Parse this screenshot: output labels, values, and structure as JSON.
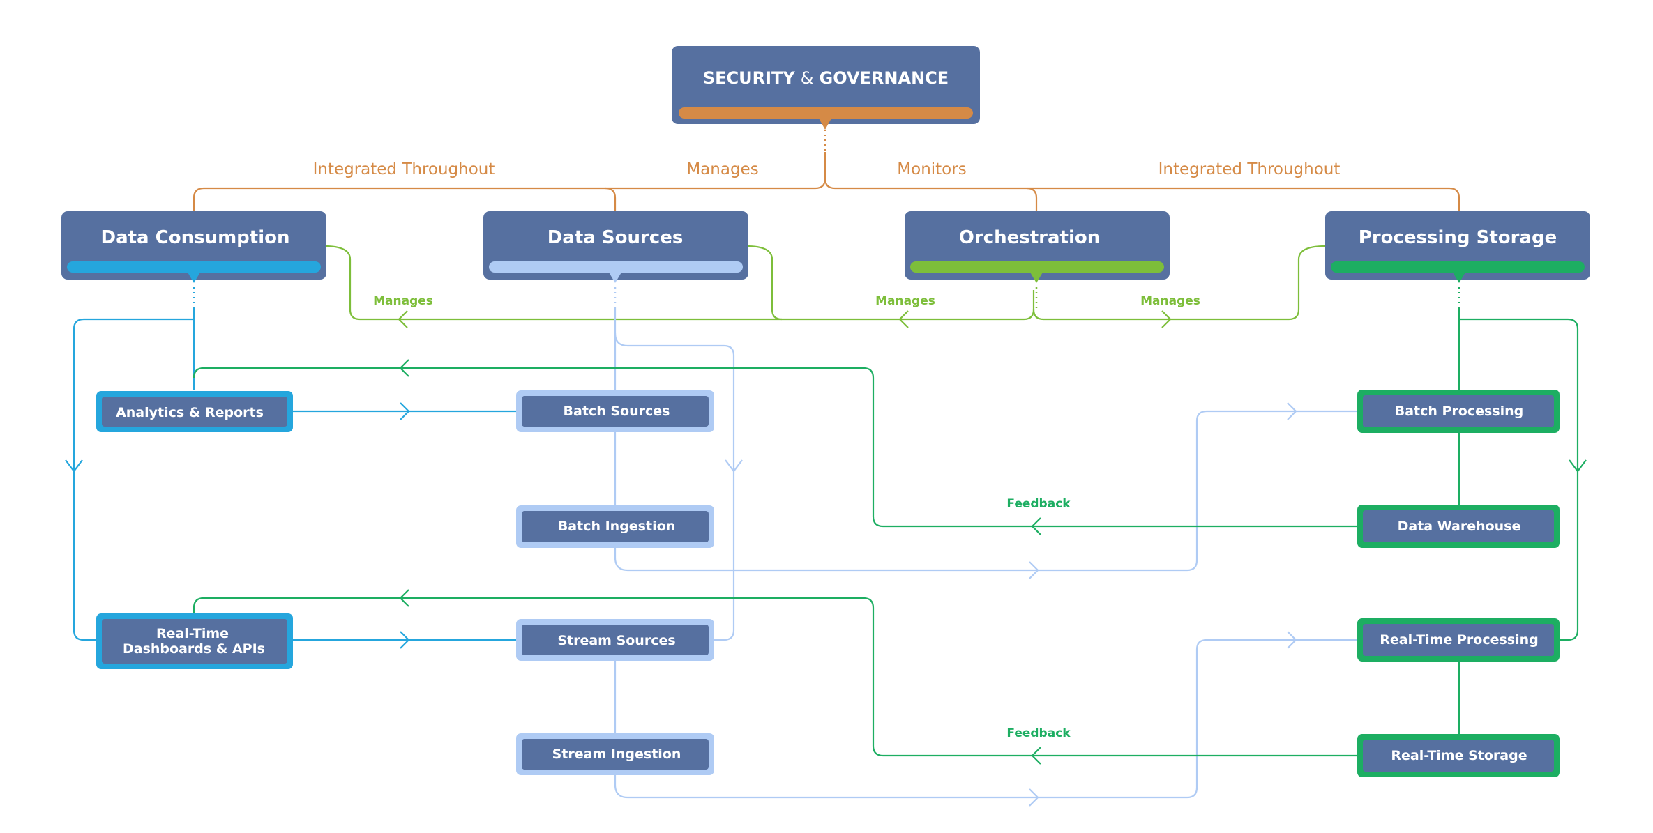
{
  "colors": {
    "box_fill": "#5670A0",
    "governance": "#D58A46",
    "consumption": "#25A6DD",
    "sources": "#AFCBF4",
    "orchestration": "#7DBE3A",
    "storage": "#1DAE62"
  },
  "governance": {
    "title_part1": "SECURITY",
    "title_amp": "&",
    "title_part2": "GOVERNANCE"
  },
  "groups": {
    "consumption": "Data Consumption",
    "sources": "Data Sources",
    "orchestration": "Orchestration",
    "storage": "Processing Storage"
  },
  "nodes": {
    "analytics_reports": "Analytics & Reports",
    "realtime_dash_line1": "Real-Time",
    "realtime_dash_line2": "Dashboards & APIs",
    "batch_sources": "Batch Sources",
    "batch_ingestion": "Batch Ingestion",
    "stream_sources": "Stream Sources",
    "stream_ingestion": "Stream Ingestion",
    "batch_processing": "Batch Processing",
    "data_warehouse": "Data Warehouse",
    "realtime_processing": "Real-Time Processing",
    "realtime_storage": "Real-Time Storage"
  },
  "edge_labels": {
    "integrated_left": "Integrated Throughout",
    "manages_top": "Manages",
    "monitors": "Monitors",
    "integrated_right": "Integrated Throughout",
    "manages_left": "Manages",
    "manages_mid": "Manages",
    "manages_right": "Manages",
    "feedback_top": "Feedback",
    "feedback_bottom": "Feedback"
  }
}
